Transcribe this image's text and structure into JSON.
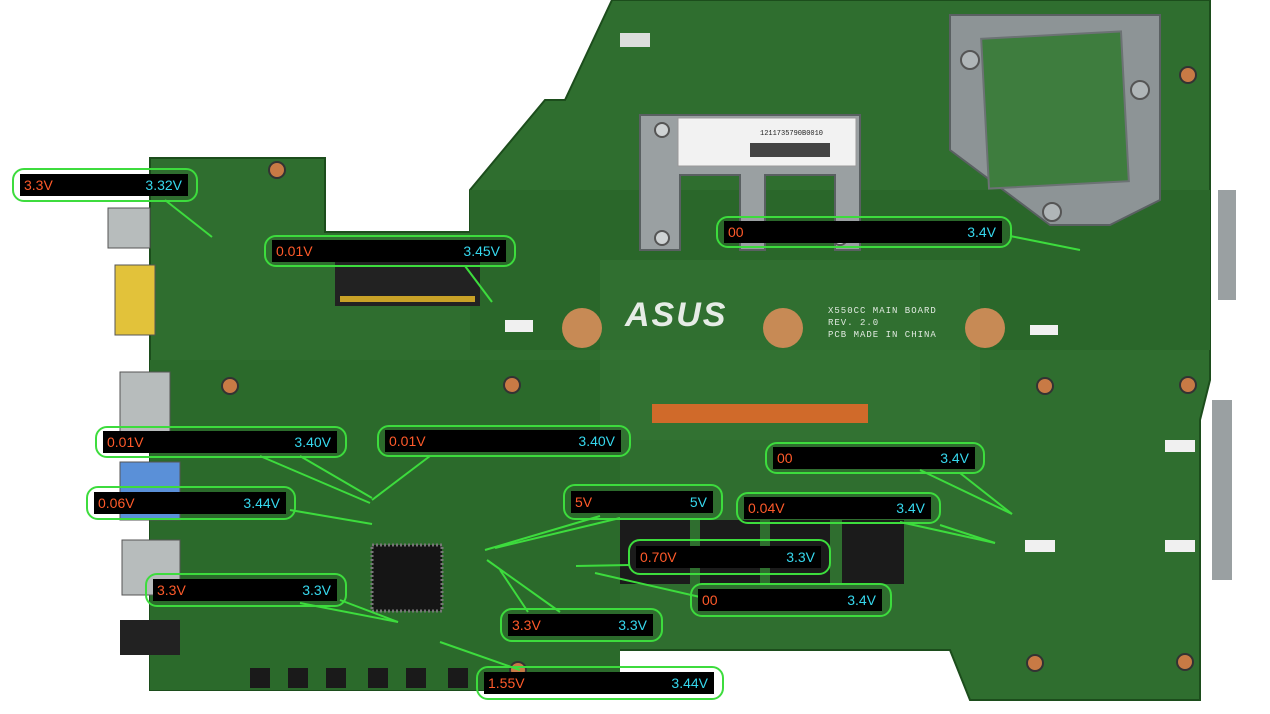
{
  "board": {
    "brand": "ASUS",
    "model_line1": "X550CC MAIN BOARD",
    "model_line2": "REV. 2.0",
    "model_line3": "PCB MADE IN CHINA",
    "sticker_code": "1211735790B0010"
  },
  "callouts": [
    {
      "v1": "3.3V",
      "v2": "3.32V"
    },
    {
      "v1": "0.01V",
      "v2": "3.45V"
    },
    {
      "v1": "00",
      "v2": "3.4V"
    },
    {
      "v1": "0.01V",
      "v2": "3.40V"
    },
    {
      "v1": "0.01V",
      "v2": "3.40V"
    },
    {
      "v1": "00",
      "v2": "3.4V"
    },
    {
      "v1": "0.06V",
      "v2": "3.44V"
    },
    {
      "v1": "5V",
      "v2": "5V"
    },
    {
      "v1": "0.04V",
      "v2": "3.4V"
    },
    {
      "v1": "0.70V",
      "v2": "3.3V"
    },
    {
      "v1": "3.3V",
      "v2": "3.3V"
    },
    {
      "v1": "00",
      "v2": "3.4V"
    },
    {
      "v1": "3.3V",
      "v2": "3.3V"
    },
    {
      "v1": "1.55V",
      "v2": "3.44V"
    }
  ],
  "colors": {
    "pcb": "#2f6e2f",
    "pcb_dark": "#1f521f",
    "callout_border": "#3ddc3d",
    "value_low": "#ff5a2a",
    "value_high": "#36d8ee"
  }
}
